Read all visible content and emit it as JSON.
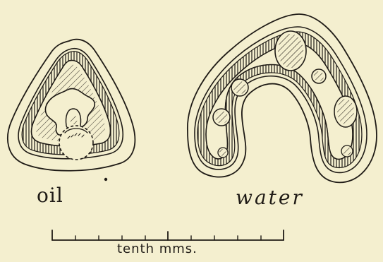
{
  "labels": {
    "oil": "oil",
    "water": "water",
    "scale": "tenth  mms."
  },
  "colors": {
    "paper": "#f4efcf",
    "ink": "#1f1b16"
  }
}
